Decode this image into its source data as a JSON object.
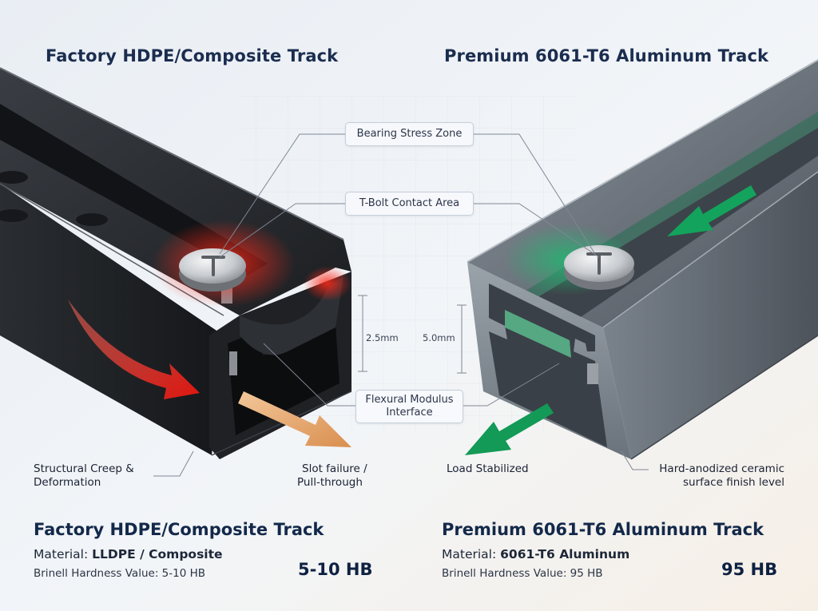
{
  "colors": {
    "header_text": "#1b2d4f",
    "hdpe_track": "#25282c",
    "aluminum_track": "#6e767f",
    "stress_red": "#e8231c",
    "stable_green": "#129a56",
    "failure_arrow": "#e3a063"
  },
  "icons": [
    "t-bolt-icon-left",
    "t-bolt-icon-right",
    "creep-arrow-icon",
    "slot-failure-arrow-icon",
    "load-arrow-icon",
    "slide-arrow-icon"
  ],
  "top_headers": {
    "left": "Factory HDPE/Composite Track",
    "right": "Premium 6061-T6 Aluminum Track"
  },
  "callouts": {
    "bearing": "Bearing Stress Zone",
    "tbolt": "T-Bolt Contact Area",
    "flexural_line1": "Flexural Modulus",
    "flexural_line2": "Interface"
  },
  "dimensions": {
    "left": "2.5mm",
    "right": "5.0mm"
  },
  "labels": {
    "creep_line1": "Structural Creep &",
    "creep_line2": "Deformation",
    "slot_line1": "Slot failure /",
    "slot_line2": "Pull-through",
    "load": "Load Stabilized",
    "finish_line1": "Hard-anodized ceramic",
    "finish_line2": "surface finish level"
  },
  "bottom": {
    "left": {
      "title": "Factory HDPE/Composite Track",
      "material_label": "Material:",
      "material_value": "LLDPE / Composite",
      "hardness_label": "Brinell Hardness Value: 5-10 HB",
      "hardness_value": "5-10 HB"
    },
    "right": {
      "title": "Premium 6061-T6 Aluminum Track",
      "material_label": "Material:",
      "material_value": "6061-T6 Aluminum",
      "hardness_label": "Brinell Hardness Value: 95 HB",
      "hardness_value": "95 HB"
    }
  }
}
